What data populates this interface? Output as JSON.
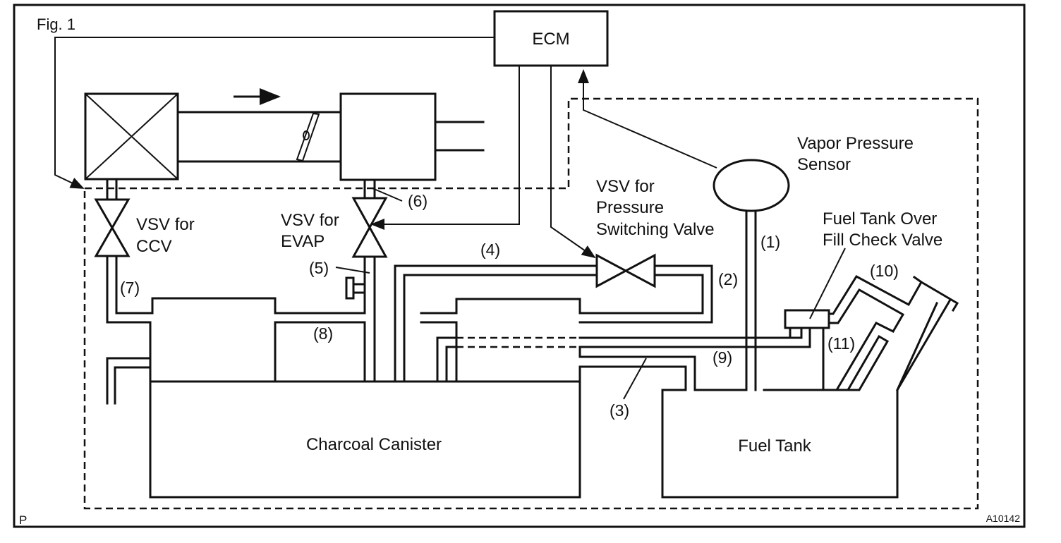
{
  "figure": {
    "title": "Fig. 1",
    "corner_mark": "P",
    "ref_code": "A10142"
  },
  "components": {
    "ecm": "ECM",
    "vapor_pressure_sensor": [
      "Vapor Pressure",
      "Sensor"
    ],
    "vsv_pressure_switching": [
      "VSV for",
      "Pressure",
      "Switching Valve"
    ],
    "vsv_ccv": [
      "VSV for",
      "CCV"
    ],
    "vsv_evap": [
      "VSV for",
      "EVAP"
    ],
    "fuel_tank_over_fill_check_valve": [
      "Fuel Tank Over",
      "Fill Check Valve"
    ],
    "charcoal_canister": "Charcoal Canister",
    "fuel_tank": "Fuel Tank"
  },
  "callouts": {
    "c1": "(1)",
    "c2": "(2)",
    "c3": "(3)",
    "c4": "(4)",
    "c5": "(5)",
    "c6": "(6)",
    "c7": "(7)",
    "c8": "(8)",
    "c9": "(9)",
    "c10": "(10)",
    "c11": "(11)"
  },
  "colors": {
    "line": "#111111",
    "background": "#ffffff"
  }
}
